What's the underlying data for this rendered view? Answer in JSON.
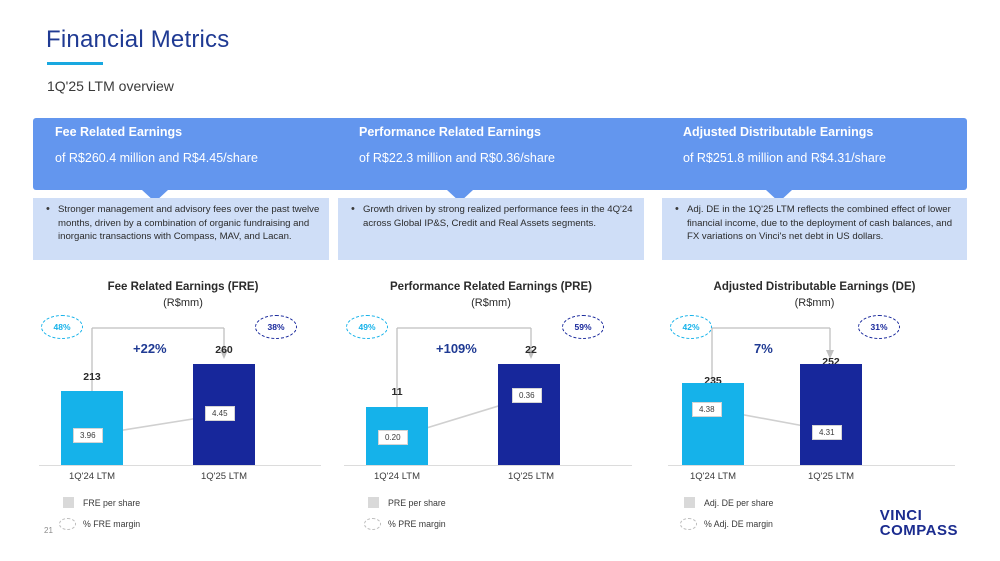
{
  "header": {
    "title": "Financial Metrics",
    "subtitle": "1Q'25 LTM overview",
    "rule_color": "#18A8E0",
    "title_color": "#1F3A93"
  },
  "banner": {
    "background": "#6396EE",
    "columns": [
      {
        "heading": "Fee Related Earnings",
        "detail": "of R$260.4 million and R$4.45/share"
      },
      {
        "heading": "Performance Related Earnings",
        "detail": "of R$22.3 million and R$0.36/share"
      },
      {
        "heading": "Adjusted Distributable Earnings",
        "detail": "of R$251.8 million and R$4.31/share"
      }
    ]
  },
  "callouts": {
    "background": "#CFDEF7",
    "bullet_glyph": "•",
    "items": [
      "Stronger management and advisory fees over the past twelve months, driven by a combination of organic fundraising and inorganic transactions with Compass, MAV, and Lacan.",
      "Growth driven by strong realized performance fees in the 4Q'24 across Global IP&S, Credit and Real Assets segments.",
      "Adj. DE in the 1Q'25 LTM reflects the combined effect of lower financial income, due to the deployment of cash balances, and FX variations on Vinci's net debt in US dollars."
    ]
  },
  "chart_data": [
    {
      "type": "bar",
      "title": "Fee Related Earnings (FRE)",
      "unit": "(R$mm)",
      "categories": [
        "1Q'24 LTM",
        "1Q'25 LTM"
      ],
      "values": [
        213,
        260
      ],
      "value_labels": [
        "213",
        "260"
      ],
      "per_share": [
        3.96,
        4.45
      ],
      "per_share_labels": [
        "3.96",
        "4.45"
      ],
      "margins": [
        "48%",
        "38%"
      ],
      "growth": "+22%",
      "legend": [
        "FRE per share",
        "% FRE margin"
      ],
      "colors": {
        "left_bar": "#15B2EA",
        "right_bar": "#17279B",
        "growth_text": "#1F3A93"
      },
      "ylim": [
        0,
        300
      ]
    },
    {
      "type": "bar",
      "title": "Performance Related Earnings (PRE)",
      "unit": "(R$mm)",
      "categories": [
        "1Q'24 LTM",
        "1Q'25 LTM"
      ],
      "values": [
        11,
        22
      ],
      "value_labels": [
        "11",
        "22"
      ],
      "per_share": [
        0.2,
        0.36
      ],
      "per_share_labels": [
        "0.20",
        "0.36"
      ],
      "margins": [
        "49%",
        "59%"
      ],
      "growth": "+109%",
      "legend": [
        "PRE per share",
        "% PRE margin"
      ],
      "colors": {
        "left_bar": "#15B2EA",
        "right_bar": "#17279B",
        "growth_text": "#1F3A93"
      },
      "ylim": [
        0,
        28
      ]
    },
    {
      "type": "bar",
      "title": "Adjusted Distributable Earnings (DE)",
      "unit": "(R$mm)",
      "categories": [
        "1Q'24 LTM",
        "1Q'25 LTM"
      ],
      "values": [
        235,
        252
      ],
      "value_labels": [
        "235",
        "252"
      ],
      "per_share": [
        4.38,
        4.31
      ],
      "per_share_labels": [
        "4.38",
        "4.31"
      ],
      "margins": [
        "42%",
        "31%"
      ],
      "growth": "7%",
      "legend": [
        "Adj. DE per share",
        "% Adj. DE margin"
      ],
      "colors": {
        "left_bar": "#15B2EA",
        "right_bar": "#17279B",
        "growth_text": "#1F3A93"
      },
      "ylim": [
        0,
        300
      ]
    }
  ],
  "footer": {
    "page_number": "21",
    "logo_line1": "VINCI",
    "logo_line2": "COMPASS",
    "logo_color": "#1B2C8F"
  }
}
